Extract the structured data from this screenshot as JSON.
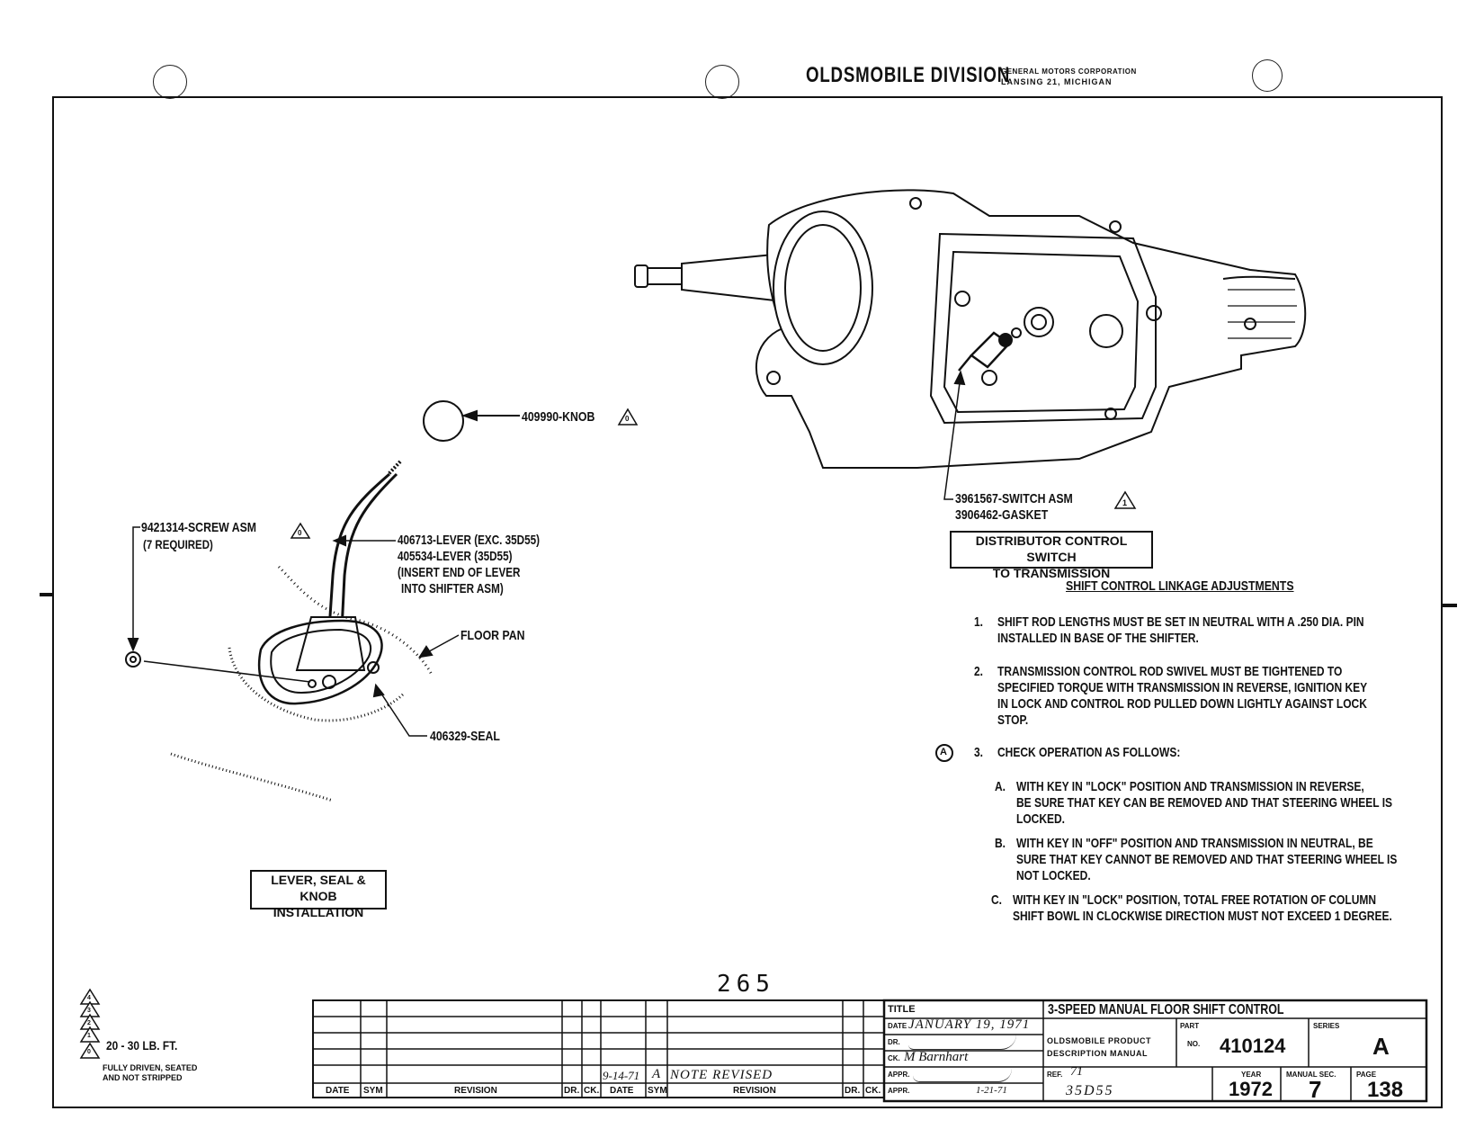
{
  "header": {
    "division": "OLDSMOBILE DIVISION",
    "corp_line1": "GENERAL MOTORS CORPORATION",
    "corp_line2": "LANSING 21, MICHIGAN"
  },
  "callouts": {
    "knob": "409990-KNOB",
    "screw": "9421314-SCREW ASM",
    "screw_qty": "(7 REQUIRED)",
    "lever_1": "406713-LEVER (EXC. 35D55)",
    "lever_2": "405534-LEVER (35D55)",
    "lever_3": "(INSERT END OF LEVER",
    "lever_4": "INTO SHIFTER ASM)",
    "floor_pan": "FLOOR PAN",
    "seal": "406329-SEAL",
    "switch": "3961567-SWITCH ASM",
    "gasket": "3906462-GASKET",
    "rev_knob": "0",
    "rev_screw": "0",
    "rev_switch": "1"
  },
  "labels": {
    "lever_box_1": "LEVER, SEAL & KNOB",
    "lever_box_2": "INSTALLATION",
    "dist_box_1": "DISTRIBUTOR CONTROL SWITCH",
    "dist_box_2": "TO TRANSMISSION"
  },
  "notes": {
    "heading": "SHIFT CONTROL LINKAGE ADJUSTMENTS",
    "n1_num": "1.",
    "n1_l1": "SHIFT ROD LENGTHS MUST BE SET IN NEUTRAL WITH A .250 DIA. PIN",
    "n1_l2": "INSTALLED IN BASE OF THE SHIFTER.",
    "n2_num": "2.",
    "n2_l1": "TRANSMISSION CONTROL ROD SWIVEL MUST BE TIGHTENED TO",
    "n2_l2": "SPECIFIED TORQUE WITH TRANSMISSION IN REVERSE,  IGNITION KEY",
    "n2_l3": "IN LOCK AND CONTROL ROD PULLED DOWN LIGHTLY AGAINST LOCK",
    "n2_l4": "STOP.",
    "n3_mark": "A",
    "n3_num": "3.",
    "n3_l1": "CHECK OPERATION AS FOLLOWS:",
    "a_num": "A.",
    "a_l1": "WITH KEY IN \"LOCK\" POSITION AND TRANSMISSION IN REVERSE,",
    "a_l2": "BE SURE THAT KEY CAN BE REMOVED AND THAT STEERING WHEEL IS",
    "a_l3": "LOCKED.",
    "b_num": "B.",
    "b_l1": "WITH KEY IN \"OFF\" POSITION AND TRANSMISSION IN NEUTRAL, BE",
    "b_l2": "SURE THAT KEY CANNOT BE REMOVED AND THAT STEERING WHEEL IS",
    "b_l3": "NOT LOCKED.",
    "c_num": "C.",
    "c_l1": "WITH KEY IN \"LOCK\"  POSITION, TOTAL FREE ROTATION OF COLUMN",
    "c_l2": "SHIFT BOWL IN CLOCKWISE DIRECTION MUST NOT EXCEED 1 DEGREE."
  },
  "page_stamp": "265",
  "legend": {
    "tri_4": "4",
    "tri_3": "3",
    "tri_2": "2",
    "tri_1": "1",
    "tri_0": "0",
    "torque": "20 - 30 LB. FT.",
    "fully_1": "FULLY DRIVEN, SEATED",
    "fully_2": "AND NOT STRIPPED"
  },
  "revision_block": {
    "col_date": "DATE",
    "col_sym": "SYM",
    "col_revision": "REVISION",
    "col_dr": "DR.",
    "col_ck": "CK.",
    "entry_date": "9-14-71",
    "entry_sym": "A",
    "entry_text": "NOTE REVISED"
  },
  "title_block": {
    "title_label": "TITLE",
    "title": "3-SPEED MANUAL FLOOR SHIFT CONTROL",
    "date_label": "DATE",
    "date": "JANUARY 19, 1971",
    "dr_label": "DR.",
    "ck_label": "CK.",
    "ck_sig": "M Barnhart",
    "appr_label": "APPR.",
    "appr2_label": "APPR.",
    "appr2_date": "1-21-71",
    "manual_1": "OLDSMOBILE PRODUCT",
    "manual_2": "DESCRIPTION MANUAL",
    "part_label_1": "PART",
    "part_label_2": "NO.",
    "part_no": "410124",
    "series_label": "SERIES",
    "series": "A",
    "ref_label": "REF.",
    "ref": "71",
    "model": "35D55",
    "year_label": "YEAR",
    "year": "1972",
    "sec_label": "MANUAL SEC.",
    "sec": "7",
    "page_label": "PAGE",
    "page": "138"
  }
}
